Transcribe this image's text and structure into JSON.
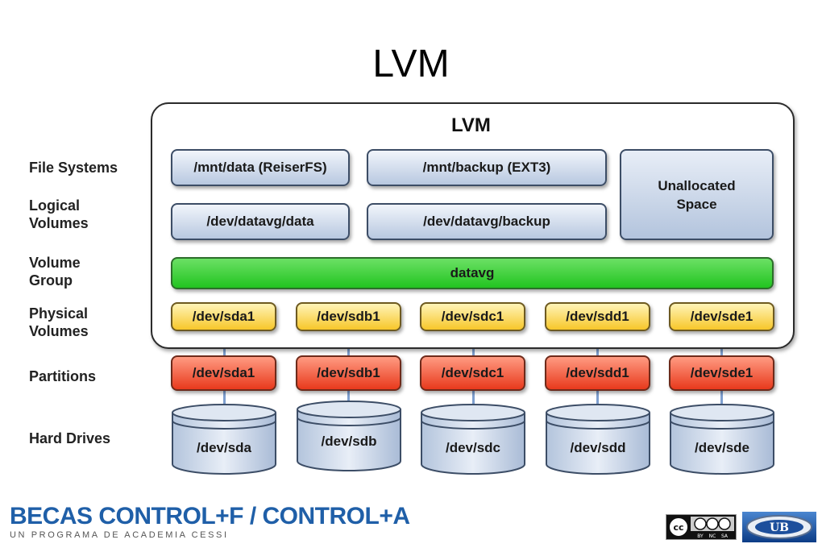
{
  "slide": {
    "title": "LVM"
  },
  "diagram": {
    "frame_title": "LVM",
    "row_labels": {
      "file_systems": "File Systems",
      "logical_volumes": [
        "Logical",
        "Volumes"
      ],
      "volume_group": [
        "Volume",
        "Group"
      ],
      "physical_volumes": [
        "Physical",
        "Volumes"
      ],
      "partitions": "Partitions",
      "hard_drives": "Hard Drives"
    },
    "file_systems": [
      "/mnt/data (ReiserFS)",
      "/mnt/backup (EXT3)"
    ],
    "logical_volumes": [
      "/dev/datavg/data",
      "/dev/datavg/backup"
    ],
    "unallocated": [
      "Unallocated",
      "Space"
    ],
    "volume_group": "datavg",
    "physical_volumes": [
      "/dev/sda1",
      "/dev/sdb1",
      "/dev/sdc1",
      "/dev/sdd1",
      "/dev/sde1"
    ],
    "partitions": [
      "/dev/sda1",
      "/dev/sdb1",
      "/dev/sdc1",
      "/dev/sdd1",
      "/dev/sde1"
    ],
    "hard_drives": [
      "/dev/sda",
      "/dev/sdb",
      "/dev/sdc",
      "/dev/sdd",
      "/dev/sde"
    ]
  },
  "footer": {
    "brand": "BECAS CONTROL+F / CONTROL+A",
    "subtitle": "UN PROGRAMA DE ACADEMIA CESSI",
    "cc_badge": {
      "cc": "cc",
      "tags": [
        "BY",
        "NC",
        "SA"
      ]
    },
    "ub_logo": "UB"
  },
  "colors": {
    "file_system_box": "#b8c8e0",
    "volume_group_box": "#22c420",
    "physical_volume_box": "#f7c72a",
    "partition_box": "#e8391c",
    "connector": "#7e9fcf",
    "brand": "#1f5fa8"
  }
}
